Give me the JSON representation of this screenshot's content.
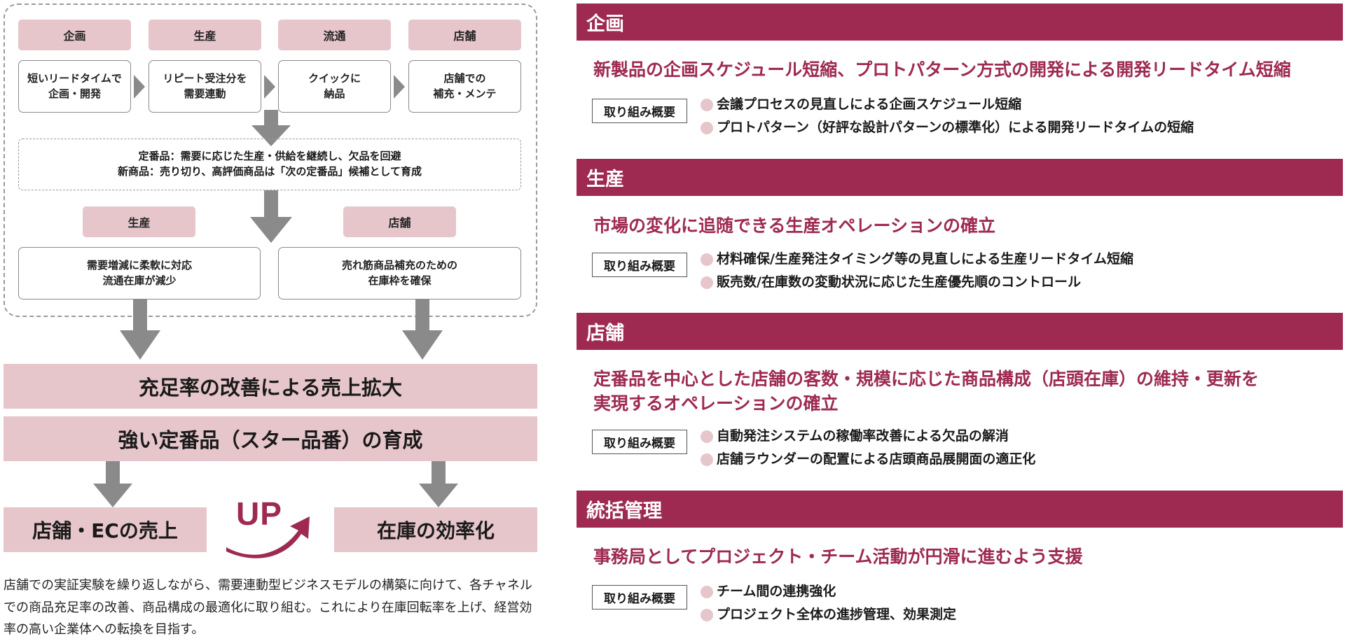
{
  "left": {
    "stages": [
      {
        "label": "企画",
        "text": "短いリードタイムで\n企画・開発"
      },
      {
        "label": "生産",
        "text": "リピート受注分を\n需要連動"
      },
      {
        "label": "流通",
        "text": "クイックに\n納品"
      },
      {
        "label": "店舗",
        "text": "店舗での\n補充・メンテ"
      }
    ],
    "policy_text": "定番品：需要に応じた生産・供給を継続し、欠品を回避\n新商品：売り切り、高評価商品は「次の定番品」候補として育成",
    "effects": [
      {
        "label": "生産",
        "text": "需要増減に柔軟に対応\n流通在庫が減少"
      },
      {
        "label": "店舗",
        "text": "売れ筋商品補充のための\n在庫枠を確保"
      }
    ],
    "result_bands": [
      "充足率の改善による売上拡大",
      "強い定番品（スター品番）の育成"
    ],
    "outcomes": {
      "left": "店舗・ECの売上",
      "up": "UP",
      "right": "在庫の効率化"
    },
    "caption": "店舗での実証実験を繰り返しながら、需要連動型ビジネスモデルの構築に向けて、各チャネルでの商品充足率の改善、商品構成の最適化に取り組む。これにより在庫回転率を上げ、経営効率の高い企業体への転換を目指す。"
  },
  "right": {
    "tag_label": "取り組み概要",
    "sections": [
      {
        "header": "企画",
        "subtitle": "新製品の企画スケジュール短縮、プロトパターン方式の開発による開発リードタイム短縮",
        "items": [
          "会議プロセスの見直しによる企画スケジュール短縮",
          "プロトパターン（好評な設計パターンの標準化）による開発リードタイムの短縮"
        ]
      },
      {
        "header": "生産",
        "subtitle": "市場の変化に追随できる生産オペレーションの確立",
        "items": [
          "材料確保/生産発注タイミング等の見直しによる生産リードタイム短縮",
          "販売数/在庫数の変動状況に応じた生産優先順のコントロール"
        ]
      },
      {
        "header": "店舗",
        "subtitle": "定番品を中心とした店舗の客数・規模に応じた商品構成（店頭在庫）の維持・更新を\n実現するオペレーションの確立",
        "items": [
          "自動発注システムの稼働率改善による欠品の解消",
          "店舗ラウンダーの配置による店頭商品展開面の適正化"
        ]
      },
      {
        "header": "統括管理",
        "subtitle": "事務局としてプロジェクト・チーム活動が円滑に進むよう支援",
        "items": [
          "チーム間の連携強化",
          "プロジェクト全体の進捗管理、効果測定"
        ]
      }
    ]
  },
  "colors": {
    "accent": "#9e2a52",
    "pink": "#e6c6cb",
    "arrow": "#8a8a8a"
  }
}
